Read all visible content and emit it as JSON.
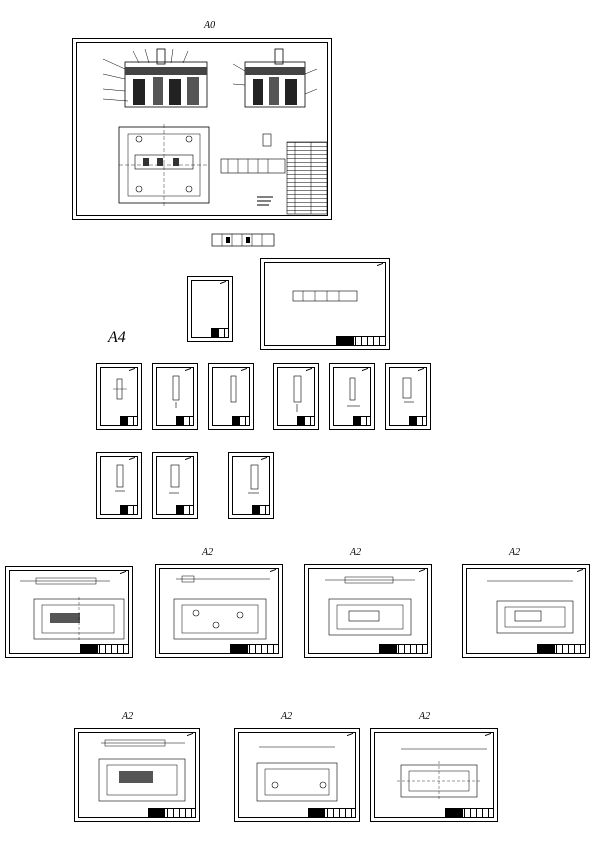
{
  "labels": {
    "a0": "A0",
    "a4": "A4",
    "a2_1": "A2",
    "a2_2": "A2",
    "a2_3": "A2",
    "a2_4": "A2",
    "a2_5": "A2",
    "a2_6": "A2"
  }
}
